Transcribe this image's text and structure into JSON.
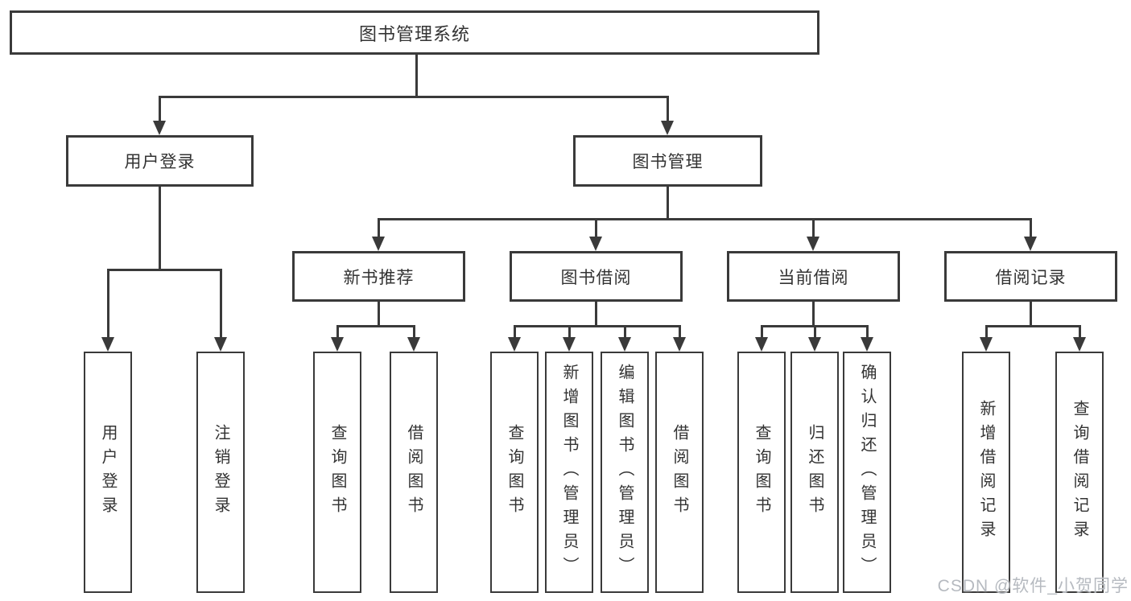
{
  "nodes": {
    "root": "图书管理系统",
    "user": {
      "label": "用户登录",
      "children": [
        "用户登录",
        "注销登录"
      ]
    },
    "book": {
      "label": "图书管理",
      "sections": [
        {
          "label": "新书推荐",
          "children": [
            "查询图书",
            "借阅图书"
          ]
        },
        {
          "label": "图书借阅",
          "children": [
            "查询图书",
            "新增图书（管理员）",
            "编辑图书（管理员）",
            "借阅图书"
          ]
        },
        {
          "label": "当前借阅",
          "children": [
            "查询图书",
            "归还图书",
            "确认归还（管理员）"
          ]
        },
        {
          "label": "借阅记录",
          "children": [
            "新增借阅记录",
            "查询借阅记录"
          ]
        }
      ]
    }
  },
  "watermark": "CSDN @软件_小贺同学",
  "colors": {
    "line": "#3a3a3a",
    "text": "#333333",
    "watermark": "#b6bac0",
    "background": "#ffffff"
  }
}
